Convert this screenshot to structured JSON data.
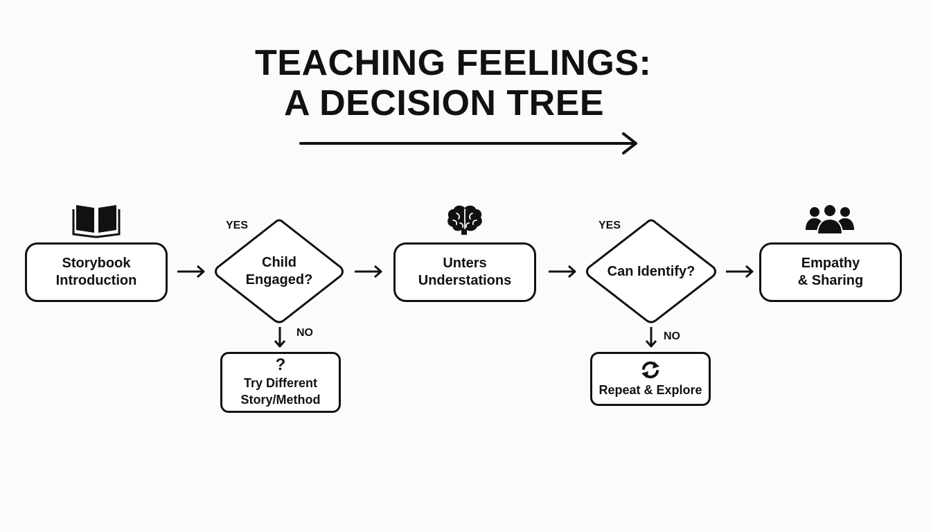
{
  "title": {
    "line1": "TEACHING FEELINGS:",
    "line2": "A DECISION TREE"
  },
  "nodes": {
    "storybook": {
      "line1": "Storybook",
      "line2": "Introduction",
      "icon": "open-book-icon"
    },
    "child_engaged": {
      "line1": "Child",
      "line2": "Engaged?",
      "yes": "YES",
      "no": "NO"
    },
    "try_different": {
      "line1": "Try Different",
      "line2": "Story/Method",
      "icon": "question-mark-icon"
    },
    "understations": {
      "line1": "Unters",
      "line2": "Understations",
      "icon": "brain-icon"
    },
    "can_identify": {
      "line1": "Can Identify?",
      "yes": "YES",
      "no": "NO"
    },
    "repeat_explore": {
      "line1": "Repeat & Explore",
      "icon": "refresh-cycle-icon"
    },
    "empathy": {
      "line1": "Empathy",
      "line2": "& Sharing",
      "icon": "people-group-icon"
    }
  },
  "colors": {
    "ink": "#111111",
    "background": "#fbfbfb",
    "box_fill": "#ffffff"
  }
}
